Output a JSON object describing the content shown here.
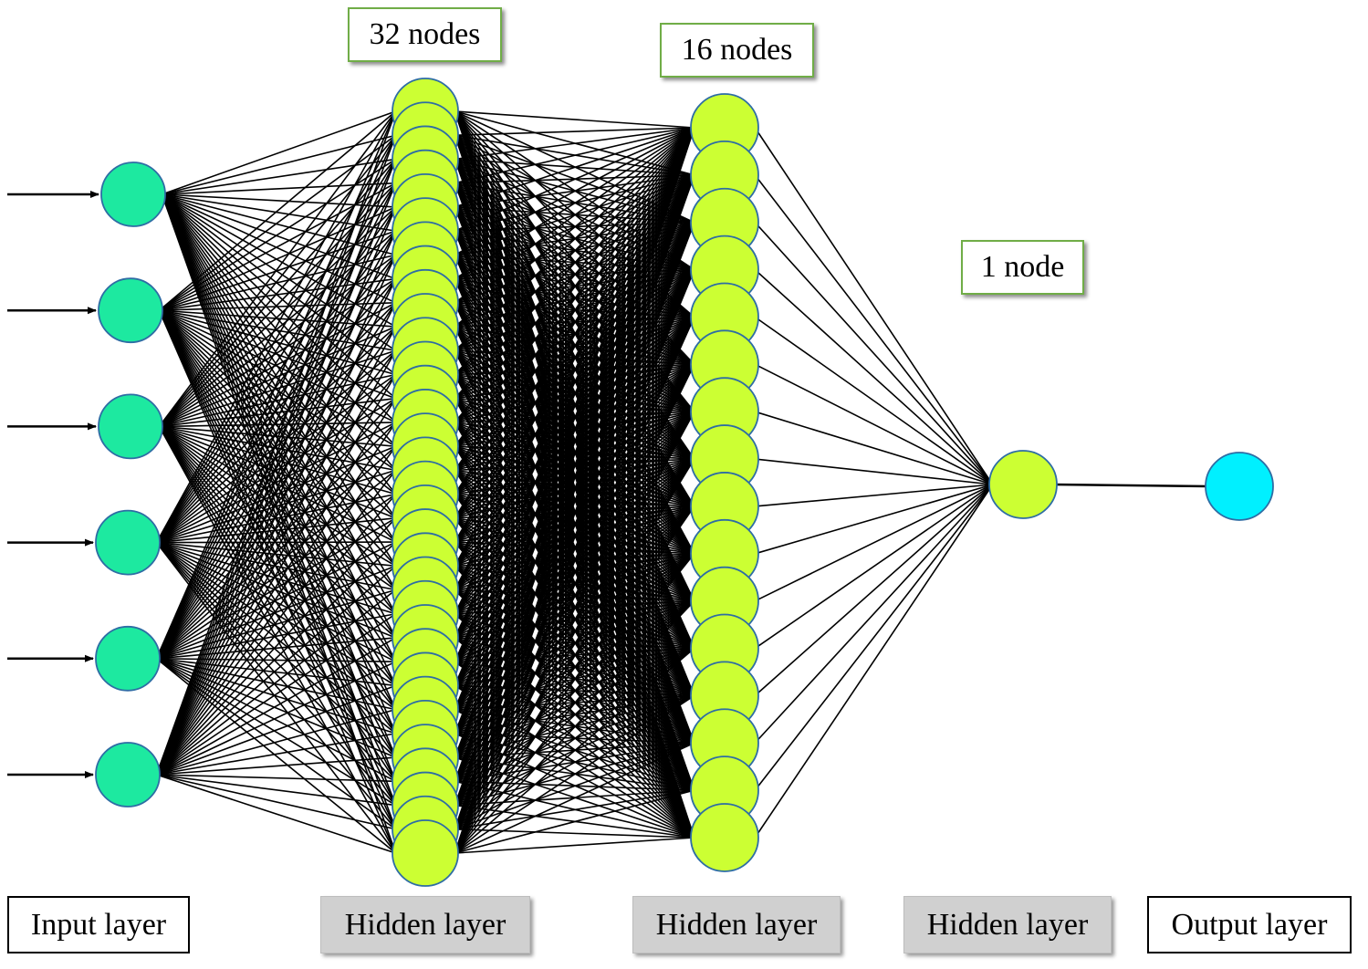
{
  "layers": [
    {
      "id": "input",
      "label": "Input layer",
      "nodes": 6,
      "count_label": "",
      "color": "#1de9a0"
    },
    {
      "id": "hidden1",
      "label": "Hidden layer",
      "nodes": 32,
      "count_label": "32 nodes",
      "color": "#ccff33"
    },
    {
      "id": "hidden2",
      "label": "Hidden layer",
      "nodes": 16,
      "count_label": "16 nodes",
      "color": "#ccff33"
    },
    {
      "id": "hidden3",
      "label": "Hidden layer",
      "nodes": 1,
      "count_label": "1 node",
      "color": "#ccff33"
    },
    {
      "id": "output",
      "label": "Output layer",
      "nodes": 1,
      "count_label": "",
      "color": "#00f0ff"
    }
  ],
  "colors": {
    "node_stroke": "#2e6da4",
    "edge": "#000000",
    "count_border": "#70ad47",
    "hidden_label_bg": "#d0d0d0"
  }
}
